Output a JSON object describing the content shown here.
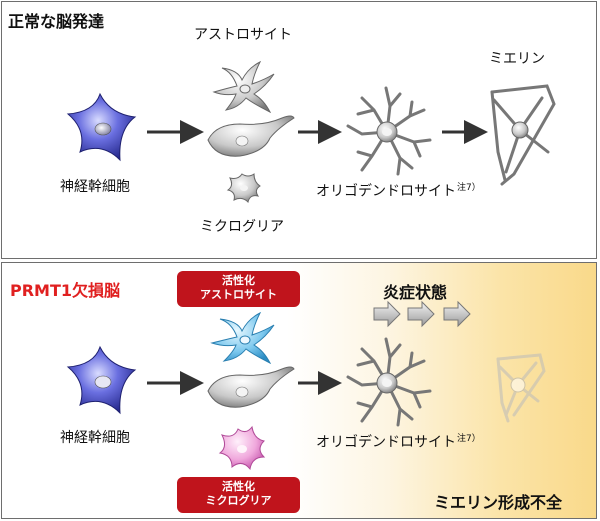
{
  "top_panel": {
    "title": "正常な脳発達",
    "astrocyte_label": "アストロサイト",
    "myelin_label": "ミエリン",
    "stem_cell_label": "神経幹細胞",
    "oligodendrocyte_label": "オリゴデンドロサイト",
    "note_label": "注7）",
    "microglia_label": "ミクログリア"
  },
  "bottom_panel": {
    "title": "PRMT1欠損脳",
    "activated_astrocyte_badge": [
      "活性化",
      "アストロサイト"
    ],
    "inflammation_label": "炎症状態",
    "stem_cell_label": "神経幹細胞",
    "oligodendrocyte_label": "オリゴデンドロサイト",
    "note_label": "注7）",
    "activated_microglia_badge": [
      "活性化",
      "ミクログリア"
    ],
    "myelin_defect_label": "ミエリン形成不全"
  },
  "colors": {
    "stem_cell": "#3b3fb8",
    "activated_astrocyte": "#3aa4d8",
    "activated_microglia": "#e58ccc",
    "badge": "#c0141c",
    "title_red": "#e02020"
  }
}
